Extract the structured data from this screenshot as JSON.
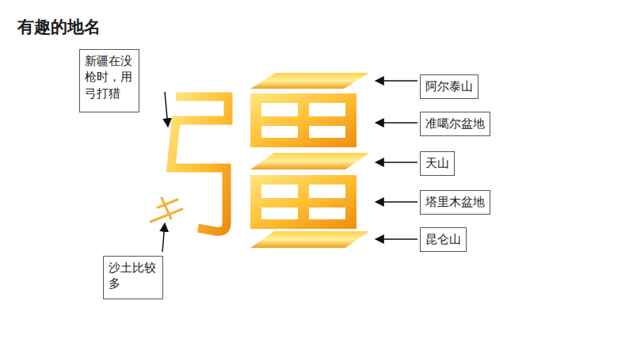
{
  "diagram": {
    "title": "有趣的地名",
    "nodes": [
      {
        "text": [
          "新疆在没枪时，用弓打猎"
        ]
      },
      {
        "text": [
          "阿尔泰山"
        ]
      },
      {
        "text": [
          "准噶尔盆地"
        ]
      },
      {
        "text": [
          "天山"
        ]
      },
      {
        "text": [
          "塔里木盆地"
        ]
      },
      {
        "text": [
          "昆仑山"
        ]
      },
      {
        "text": [
          "沙土比较多"
        ]
      }
    ]
  }
}
